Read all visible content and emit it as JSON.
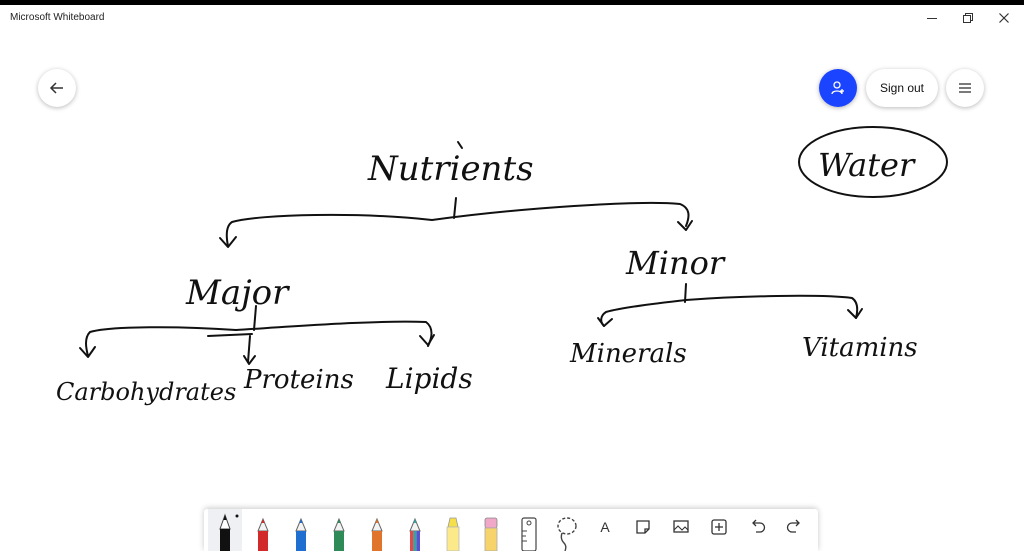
{
  "app": {
    "title": "Microsoft Whiteboard"
  },
  "header": {
    "sign_out_label": "Sign out"
  },
  "toolbar": {
    "pens": [
      {
        "name": "black-pen",
        "color": "#111111"
      },
      {
        "name": "red-pen",
        "color": "#d22a2a"
      },
      {
        "name": "blue-pen",
        "color": "#1e6fd0"
      },
      {
        "name": "green-pen",
        "color": "#2e8b57"
      },
      {
        "name": "orange-pen",
        "color": "#e0742b"
      },
      {
        "name": "rainbow-pen",
        "color": "#3aa0a0"
      },
      {
        "name": "highlighter",
        "color": "#f5e04a"
      },
      {
        "name": "eraser",
        "color": "#f0a7c8"
      }
    ],
    "text_tool_glyph": "A"
  },
  "colors": {
    "accent": "#1a44ff",
    "ink": "#111111"
  },
  "board": {
    "ink_text": {
      "nutrients": "Nutrients",
      "water": "Water",
      "major": "Major",
      "minor": "Minor",
      "carbohydrates": "Carbohydrates",
      "proteins": "Proteins",
      "lipids": "Lipids",
      "minerals": "Minerals",
      "vitamins": "Vitamins"
    }
  }
}
